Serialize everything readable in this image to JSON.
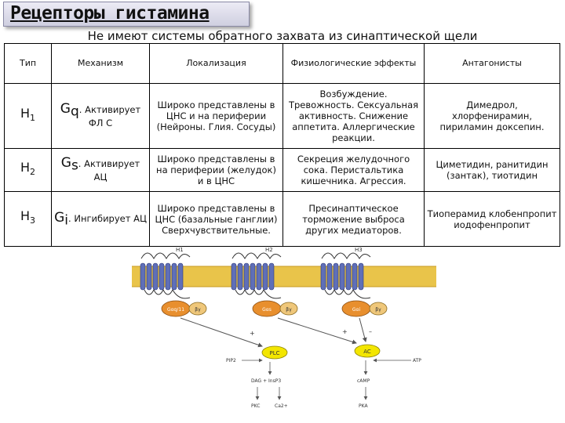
{
  "title": "Рецепторы гистамина",
  "subtitle": "Не имеют системы обратного захвата из синаптической щели",
  "table": {
    "headers": [
      "Тип",
      "Механизм",
      "Локализация",
      "Физиологические эффекты",
      "Антагонисты"
    ],
    "rows": [
      {
        "type": "H",
        "type_sub": "1",
        "mech_g": "G",
        "mech_sub": "q",
        "mechanism": ". Активирует ФЛ С",
        "localization": "Широко представлены в ЦНС и на периферии (Нейроны. Глия. Сосуды)",
        "effects": "Возбуждение. Тревожность. Сексуальная активность. Снижение аппетита. Аллергические реакции.",
        "antagonists": "Димедрол, хлорфенирамин, пириламин доксепин."
      },
      {
        "type": "H",
        "type_sub": "2",
        "mech_g": "G",
        "mech_sub": "s",
        "mechanism": ". Активирует АЦ",
        "localization": "Широко представлены в на периферии (желудок) и в ЦНС",
        "effects": "Секреция желудочного сока. Перистальтика кишечника. Агрессия.",
        "antagonists": "Циметидин, ранитидин (зантак), тиотидин"
      },
      {
        "type": "H",
        "type_sub": "3",
        "mech_g": "G",
        "mech_sub": "i",
        "mechanism": ". Ингибирует АЦ",
        "localization": "Широко представлены в ЦНС (базальные ганглии) Сверхчувствительные.",
        "effects": "Пресинаптическое торможение выброса других медиаторов.",
        "antagonists": "Тиоперамид клобенпропит иодофенпропит"
      }
    ]
  },
  "diagram": {
    "receptors": [
      "H1",
      "H2",
      "H3"
    ],
    "g_alpha": [
      "Gαq/11",
      "Gαs",
      "Gαi"
    ],
    "g_beta_gamma": "βγ",
    "effectors": [
      "PLC",
      "AC"
    ],
    "labels": {
      "pip2": "PIP2",
      "dag": "DAG + InsP3",
      "pkc": "PKC",
      "ca": "Ca2+",
      "atp": "ATP",
      "camp": "cAMP",
      "pka": "PKA",
      "plus": "+",
      "minus": "–"
    },
    "colors": {
      "membrane": "#e9c44a",
      "receptor": "#5f6fb8",
      "g_alpha": "#e88f2e",
      "g_beta_gamma": "#efc77a",
      "effector": "#f3e600"
    }
  }
}
